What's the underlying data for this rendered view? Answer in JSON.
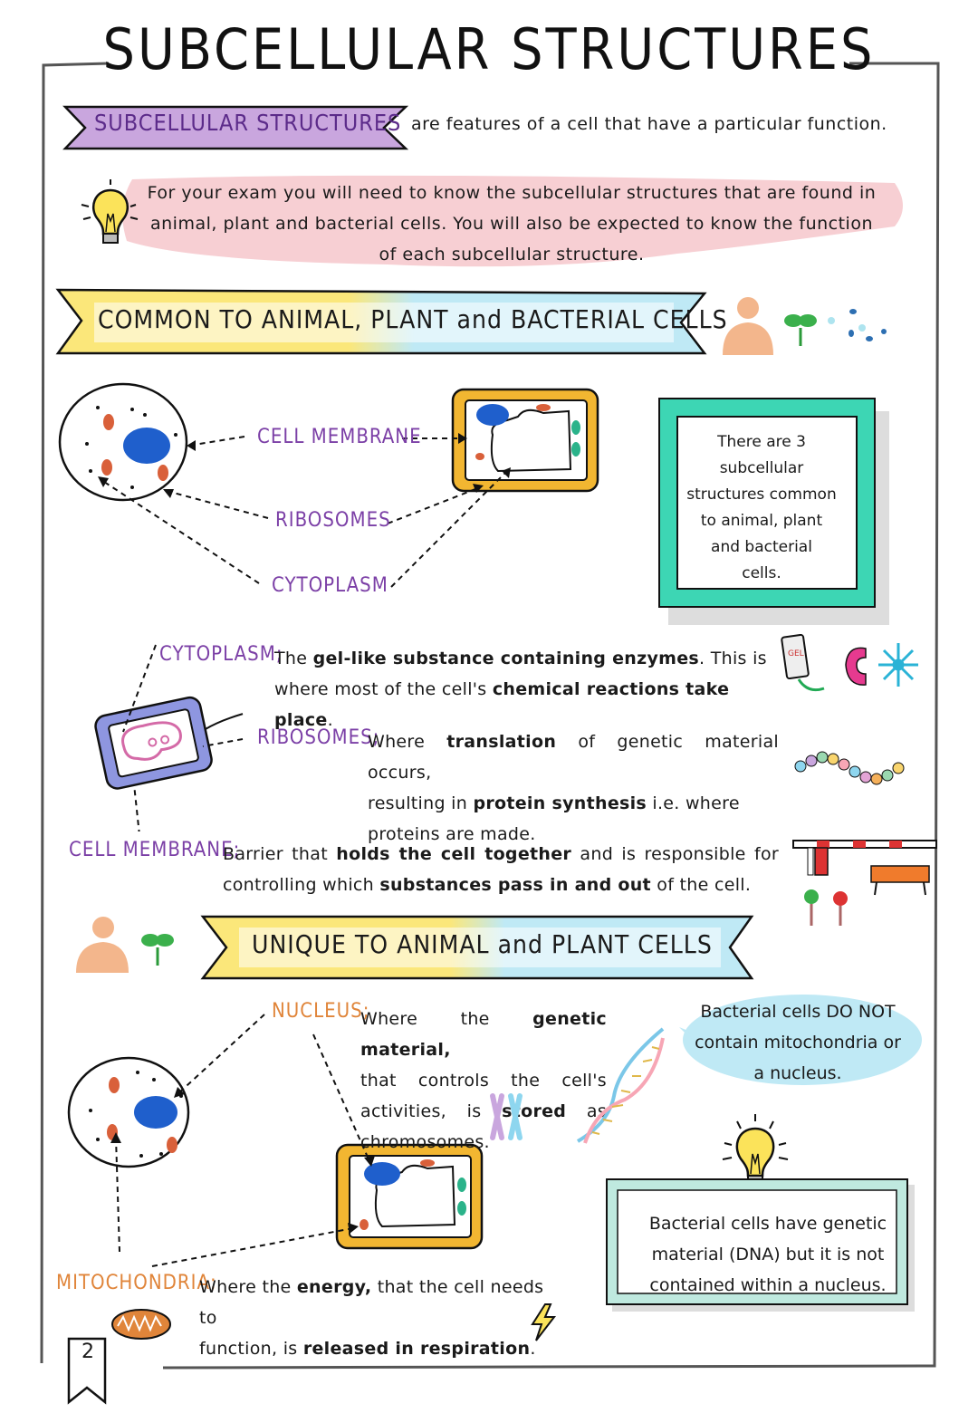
{
  "page": {
    "title": "SUBCELLULAR STRUCTURES",
    "page_number": "2"
  },
  "intro": {
    "term": "SUBCELLULAR STRUCTURES",
    "definition": "are features of a cell that have a particular function."
  },
  "tip": {
    "line1": "For your exam you will need to know the subcellular structures that are found in",
    "line2": "animal, plant and bacterial cells. You will also be expected to know the function",
    "line3": "of each subcellular structure."
  },
  "common_section": {
    "banner": "COMMON TO ANIMAL, PLANT and BACTERIAL CELLS",
    "diagram_labels": {
      "membrane": "CELL MEMBRANE",
      "ribosomes": "RIBOSOMES",
      "cytoplasm": "CYTOPLASM"
    },
    "note": {
      "l1": "There are 3",
      "l2": "subcellular",
      "l3": "structures common",
      "l4": "to animal, plant",
      "l5": "and bacterial",
      "l6": "cells."
    },
    "cytoplasm": {
      "label": "CYTOPLASM;",
      "t1": "The ",
      "b1": "gel-like substance containing enzymes",
      "t2": ". This is",
      "t3": "where most of the cell's ",
      "b2": "chemical reactions take place",
      "t4": ".",
      "gel_tag": "GEL"
    },
    "ribosomes": {
      "label": "RIBOSOMES;",
      "t1": "Where ",
      "b1": "translation",
      "t2": " of genetic material occurs,",
      "t3": "resulting in ",
      "b2": "protein synthesis",
      "t4": " i.e. where",
      "t5": "proteins are made."
    },
    "membrane": {
      "label": "CELL MEMBRANE;",
      "t1": "Barrier that ",
      "b1": "holds the cell together",
      "t2": " and is responsible for",
      "t3": "controlling which ",
      "b2": "substances pass in and out",
      "t4": " of the cell."
    }
  },
  "unique_section": {
    "banner": "UNIQUE TO ANIMAL and PLANT CELLS",
    "nucleus": {
      "label": "NUCLEUS;",
      "t1": "Where the ",
      "b1": "genetic material,",
      "t2": "that controls the cell's",
      "t3": "activities, is ",
      "b2": "stored",
      "t4": " as",
      "t5": "chromosomes."
    },
    "bubble": {
      "l1": "Bacterial cells DO NOT",
      "l2": "contain mitochondria or",
      "l3": "a nucleus."
    },
    "box": {
      "l1": "Bacterial cells have genetic",
      "l2": "material (DNA) but it is not",
      "l3": "contained within a nucleus."
    },
    "mitochondria": {
      "label": "MITOCHONDRIA;",
      "t1": "Where the ",
      "b1": "energy,",
      "t2": " that the cell needs to",
      "t3": "function, is ",
      "b2": "released in respiration",
      "t4": "."
    }
  },
  "colors": {
    "purple": "#7b3fa6",
    "orange": "#e0853a",
    "teal": "#3dd6b4",
    "pink": "#f6c9cd",
    "yellow": "#fbe77a",
    "lightblue": "#bfe9f5",
    "nucleus_blue": "#1f5fcc",
    "plant_wall": "#f2b631"
  },
  "icons": [
    "lightbulb-icon",
    "person-icon",
    "sprout-icon",
    "bacteria-icon",
    "gel-tube-icon",
    "enzyme-icon",
    "molecule-icon",
    "protein-chain-icon",
    "barrier-icon",
    "roadblock-icon",
    "lollipop-icon",
    "dna-icon",
    "chromosome-icon",
    "mitochondrion-icon",
    "lightning-icon"
  ]
}
